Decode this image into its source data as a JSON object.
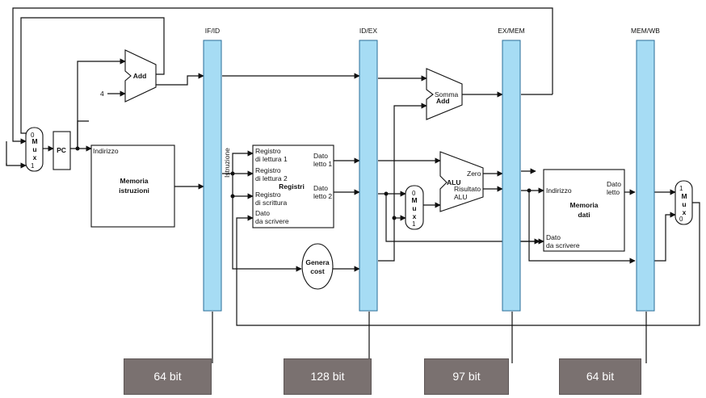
{
  "pipeline_registers": [
    {
      "id": "if_id",
      "label": "IF/ID",
      "bits": "64 bit"
    },
    {
      "id": "id_ex",
      "label": "ID/EX",
      "bits": "128 bit"
    },
    {
      "id": "ex_mem",
      "label": "EX/MEM",
      "bits": "97 bit"
    },
    {
      "id": "mem_wb",
      "label": "MEM/WB",
      "bits": "64 bit"
    }
  ],
  "components": {
    "pc": "PC",
    "add_label": "Add",
    "const_four": "4",
    "mux_letters": [
      "M",
      "u",
      "x"
    ],
    "mux_in0": "0",
    "mux_in1": "1",
    "instr_mem": {
      "addr": "Indirizzo",
      "title1": "Memoria",
      "title2": "istruzioni"
    },
    "instr_label": "Istruzione",
    "registers": {
      "title": "Registri",
      "read1a": "Registro",
      "read1b": "di lettura 1",
      "read2a": "Registro",
      "read2b": "di lettura 2",
      "writea": "Registro",
      "writeb": "di scrittura",
      "dataa": "Dato",
      "datab": "da scrivere",
      "out1a": "Dato",
      "out1b": "letto 1",
      "out2a": "Dato",
      "out2b": "letto 2"
    },
    "sign_ext": {
      "line1": "Genera",
      "line2": "cost"
    },
    "branch_add": {
      "somma": "Somma",
      "add": "Add"
    },
    "alu": {
      "title": "ALU",
      "zero": "Zero",
      "res1": "Risultato",
      "res2": "ALU"
    },
    "data_mem": {
      "addr": "Indirizzo",
      "title1": "Memoria",
      "title2": "dati",
      "out1": "Dato",
      "out2": "letto",
      "in1": "Dato",
      "in2": "da scrivere"
    }
  }
}
